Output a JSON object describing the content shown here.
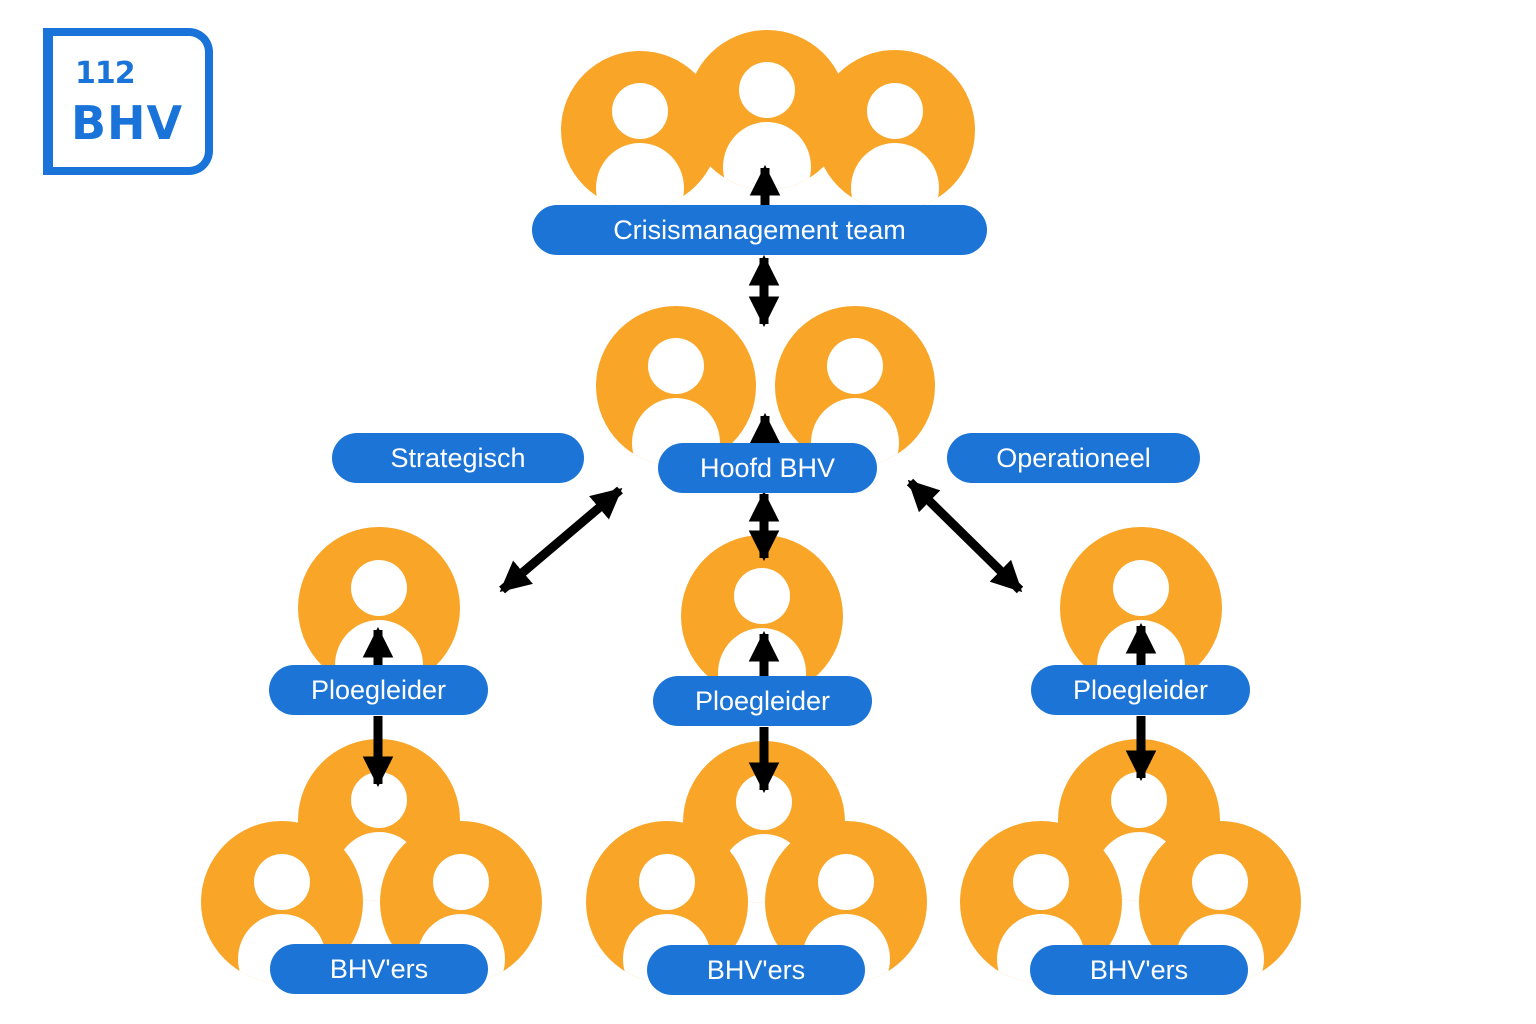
{
  "logo": {
    "number": "112",
    "text": "BHV"
  },
  "labels": {
    "crisis_team": "Crisismanagement team",
    "hoofd_bhv": "Hoofd BHV",
    "strategisch": "Strategisch",
    "operationeel": "Operationeel",
    "ploegleider_left": "Ploegleider",
    "ploegleider_center": "Ploegleider",
    "ploegleider_right": "Ploegleider",
    "bhvers_left": "BHV'ers",
    "bhvers_center": "BHV'ers",
    "bhvers_right": "BHV'ers"
  },
  "colors": {
    "person_circle": "#f9a528",
    "label_pill": "#1c74d6",
    "arrow": "#000000",
    "logo": "#1a73d9"
  }
}
